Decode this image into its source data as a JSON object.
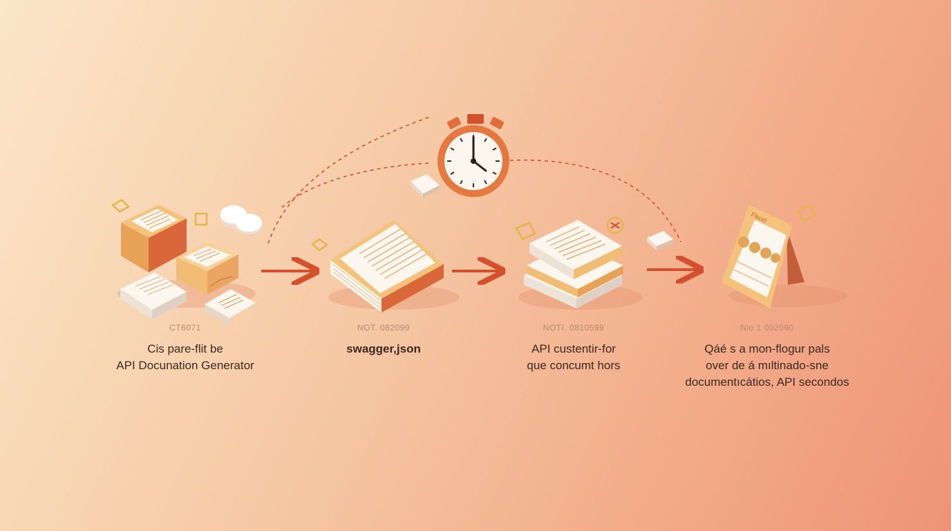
{
  "colors": {
    "accent": "#d4502c",
    "card": "#f4c27a",
    "card_dark": "#e98a4f",
    "paper": "#fbf6ee"
  },
  "icons": [
    "stopwatch-icon",
    "right-arrow-icon",
    "document-stack-icon",
    "book-icon",
    "signboard-icon"
  ],
  "sign_label": "Flscel",
  "steps": [
    {
      "code": "CT6071",
      "lines": [
        "Cis pare-flit be",
        "API Docunation Generator"
      ]
    },
    {
      "code": "NOT. 082099",
      "lines": [
        "swagger,json"
      ]
    },
    {
      "code": "NOTI. 0810599",
      "lines": [
        "API custentir-for",
        "que concumt hors"
      ]
    },
    {
      "code": "Nio 1 002090",
      "lines": [
        "Qáé s a mon-flogur pals",
        "over de á mıltinado-sne",
        "documentıcátios, API secondos"
      ]
    }
  ]
}
